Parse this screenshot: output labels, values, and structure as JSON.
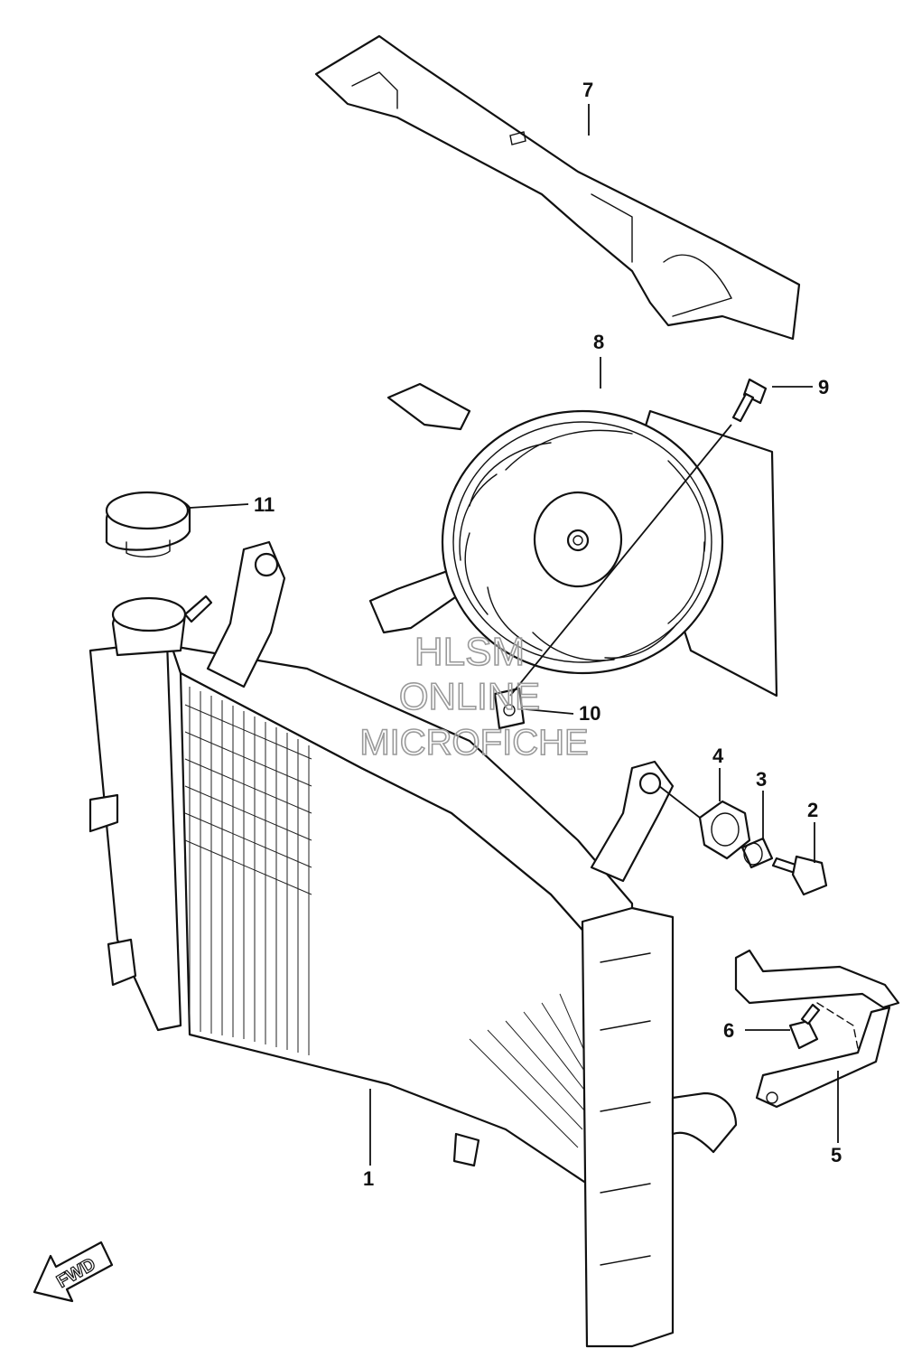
{
  "callouts": [
    {
      "id": "1",
      "label": "1"
    },
    {
      "id": "2",
      "label": "2"
    },
    {
      "id": "3",
      "label": "3"
    },
    {
      "id": "4",
      "label": "4"
    },
    {
      "id": "5",
      "label": "5"
    },
    {
      "id": "6",
      "label": "6"
    },
    {
      "id": "7",
      "label": "7"
    },
    {
      "id": "8",
      "label": "8"
    },
    {
      "id": "9",
      "label": "9"
    },
    {
      "id": "10",
      "label": "10"
    },
    {
      "id": "11",
      "label": "11"
    }
  ],
  "watermark": {
    "line1": "HLSM",
    "line2": "ONLINE",
    "line3": "MICROFICHE"
  },
  "direction_marker": {
    "label": "FWD"
  }
}
